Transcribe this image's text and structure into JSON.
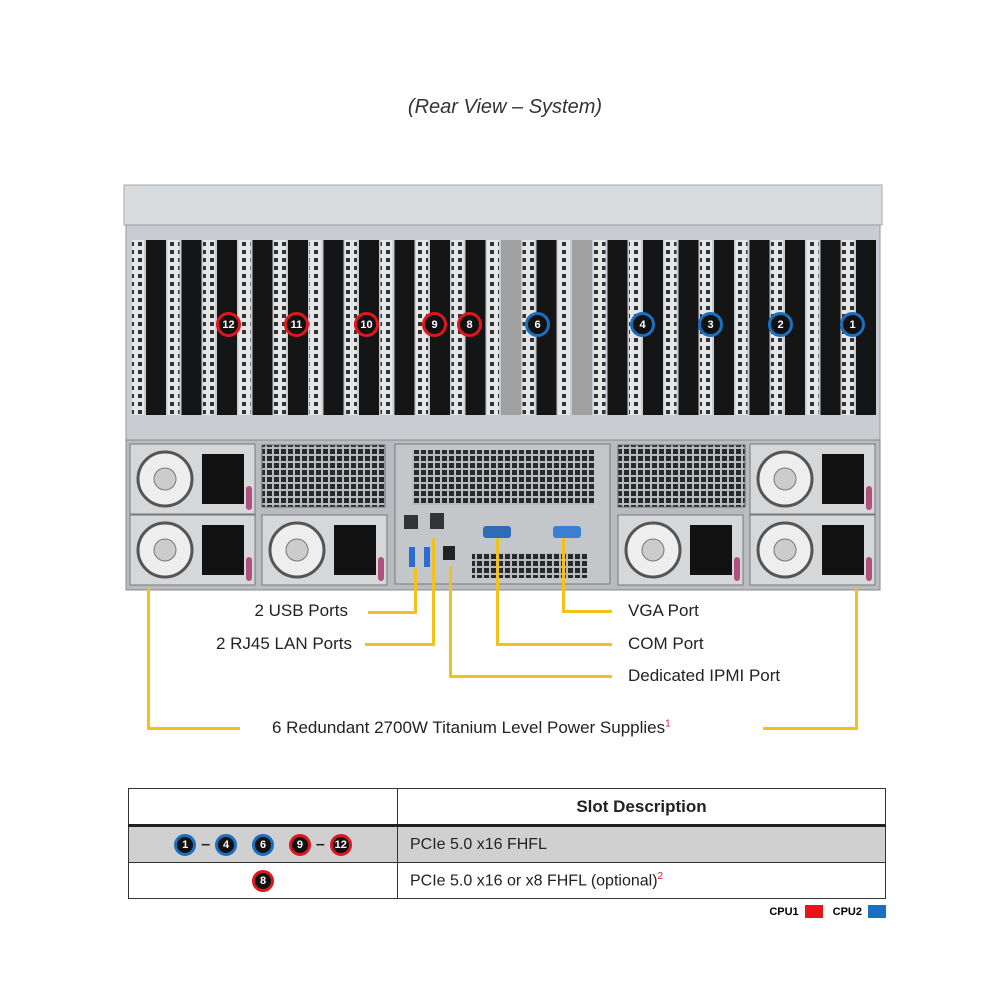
{
  "title": "(Rear View – System)",
  "callouts": {
    "usb": "2 USB Ports",
    "lan": "2 RJ45 LAN Ports",
    "vga": "VGA Port",
    "com": "COM Port",
    "ipmi": "Dedicated IPMI Port",
    "psu": "6 Redundant 2700W Titanium Level Power Supplies",
    "psu_footnote": "1"
  },
  "slot_markers": [
    {
      "slot": "12",
      "cpu": "CPU1"
    },
    {
      "slot": "11",
      "cpu": "CPU1"
    },
    {
      "slot": "10",
      "cpu": "CPU1"
    },
    {
      "slot": "9",
      "cpu": "CPU1"
    },
    {
      "slot": "8",
      "cpu": "CPU1"
    },
    {
      "slot": "6",
      "cpu": "CPU2"
    },
    {
      "slot": "4",
      "cpu": "CPU2"
    },
    {
      "slot": "3",
      "cpu": "CPU2"
    },
    {
      "slot": "2",
      "cpu": "CPU2"
    },
    {
      "slot": "1",
      "cpu": "CPU2"
    }
  ],
  "table": {
    "header": "Slot Description",
    "rows": [
      {
        "slots": [
          "1",
          "4",
          "6",
          "9",
          "12"
        ],
        "description": "PCIe 5.0 x16 FHFL"
      },
      {
        "slots": [
          "8"
        ],
        "description": "PCIe 5.0 x16 or x8 FHFL (optional)",
        "footnote": "2"
      }
    ]
  },
  "legend": [
    {
      "label": "CPU1",
      "color": "#e8141c"
    },
    {
      "label": "CPU2",
      "color": "#1a6fc0"
    }
  ]
}
